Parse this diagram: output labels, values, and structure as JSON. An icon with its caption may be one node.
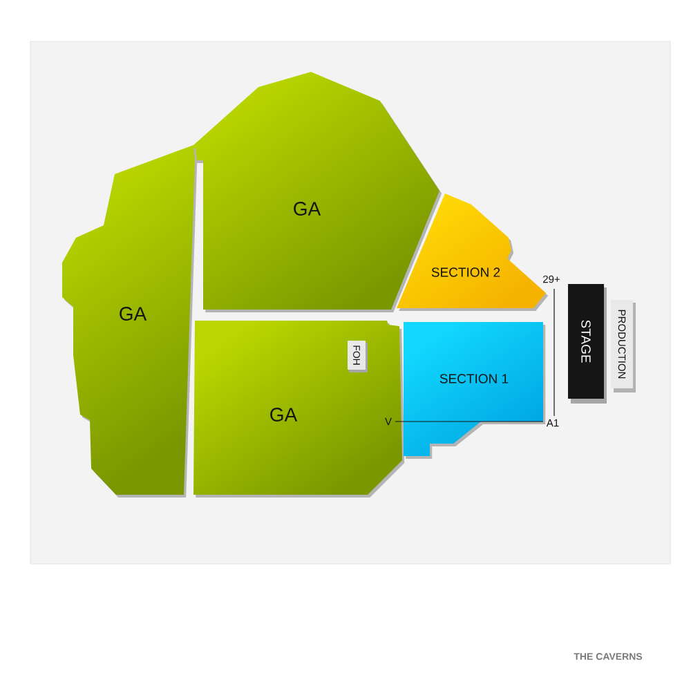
{
  "diagram": {
    "caption": "THE CAVERNS",
    "nodes": [
      {
        "text": [
          "GA"
        ]
      },
      {
        "text": [
          "GA"
        ]
      },
      {
        "text": [
          "SECTION 2"
        ]
      },
      {
        "text": [
          "GA"
        ]
      },
      {
        "text": [
          "FOH"
        ]
      },
      {
        "text": [
          "SECTION 1"
        ]
      },
      {
        "text": [
          "STAGE"
        ]
      },
      {
        "text": [
          "PRODUCTION"
        ]
      }
    ],
    "labels": [
      "29+",
      "V",
      "A1"
    ]
  }
}
